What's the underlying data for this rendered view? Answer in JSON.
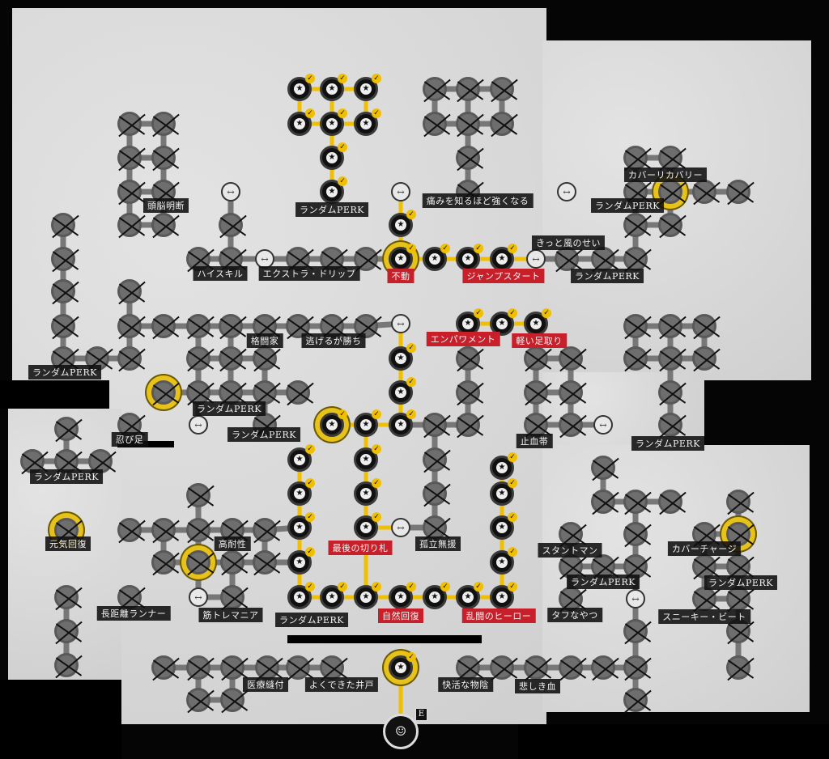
{
  "labels": [
    {
      "text": "頭脳明断",
      "style": "dark"
    },
    {
      "text": "ランダムPERK",
      "style": "dark"
    },
    {
      "text": "痛みを知るほど強くなる",
      "style": "dark"
    },
    {
      "text": "カバーリカバリー",
      "style": "dark"
    },
    {
      "text": "ランダムPERK",
      "style": "dark"
    },
    {
      "text": "ハイスキル",
      "style": "dark"
    },
    {
      "text": "エクストラ・ドリップ",
      "style": "dark"
    },
    {
      "text": "不動",
      "style": "red"
    },
    {
      "text": "ジャンプスタート",
      "style": "red"
    },
    {
      "text": "きっと風のせい",
      "style": "dark"
    },
    {
      "text": "ランダムPERK",
      "style": "dark"
    },
    {
      "text": "格闘家",
      "style": "dark"
    },
    {
      "text": "逃げるが勝ち",
      "style": "dark"
    },
    {
      "text": "エンパワメント",
      "style": "red"
    },
    {
      "text": "軽い足取り",
      "style": "red"
    },
    {
      "text": "ランダムPERK",
      "style": "dark"
    },
    {
      "text": "ランダムPERK",
      "style": "dark"
    },
    {
      "text": "忍び足",
      "style": "dark"
    },
    {
      "text": "ランダムPERK",
      "style": "dark"
    },
    {
      "text": "止血帯",
      "style": "dark"
    },
    {
      "text": "ランダムPERK",
      "style": "dark"
    },
    {
      "text": "ランダムPERK",
      "style": "dark"
    },
    {
      "text": "元気回復",
      "style": "dark"
    },
    {
      "text": "高耐性",
      "style": "dark"
    },
    {
      "text": "最後の切り札",
      "style": "red"
    },
    {
      "text": "孤立無援",
      "style": "dark"
    },
    {
      "text": "スタントマン",
      "style": "dark"
    },
    {
      "text": "カバーチャージ",
      "style": "dark"
    },
    {
      "text": "ランダムPERK",
      "style": "dark"
    },
    {
      "text": "ランダムPERK",
      "style": "dark"
    },
    {
      "text": "ランダムPERK",
      "style": "dark"
    },
    {
      "text": "長距離ランナー",
      "style": "dark"
    },
    {
      "text": "筋トレマニア",
      "style": "dark"
    },
    {
      "text": "自然回復",
      "style": "red"
    },
    {
      "text": "乱闘のヒーロー",
      "style": "red"
    },
    {
      "text": "タフなやつ",
      "style": "dark"
    },
    {
      "text": "スニーキー・ビート",
      "style": "dark"
    },
    {
      "text": "医療縫付",
      "style": "dark"
    },
    {
      "text": "よくできた井戸",
      "style": "dark"
    },
    {
      "text": "快活な物陰",
      "style": "dark"
    },
    {
      "text": "悲しき血",
      "style": "dark"
    }
  ],
  "start_node": {
    "key_hint": "E"
  },
  "colors": {
    "path": "#f0c000",
    "locked": "#6e6e6e",
    "highlight": "#c8202a"
  }
}
